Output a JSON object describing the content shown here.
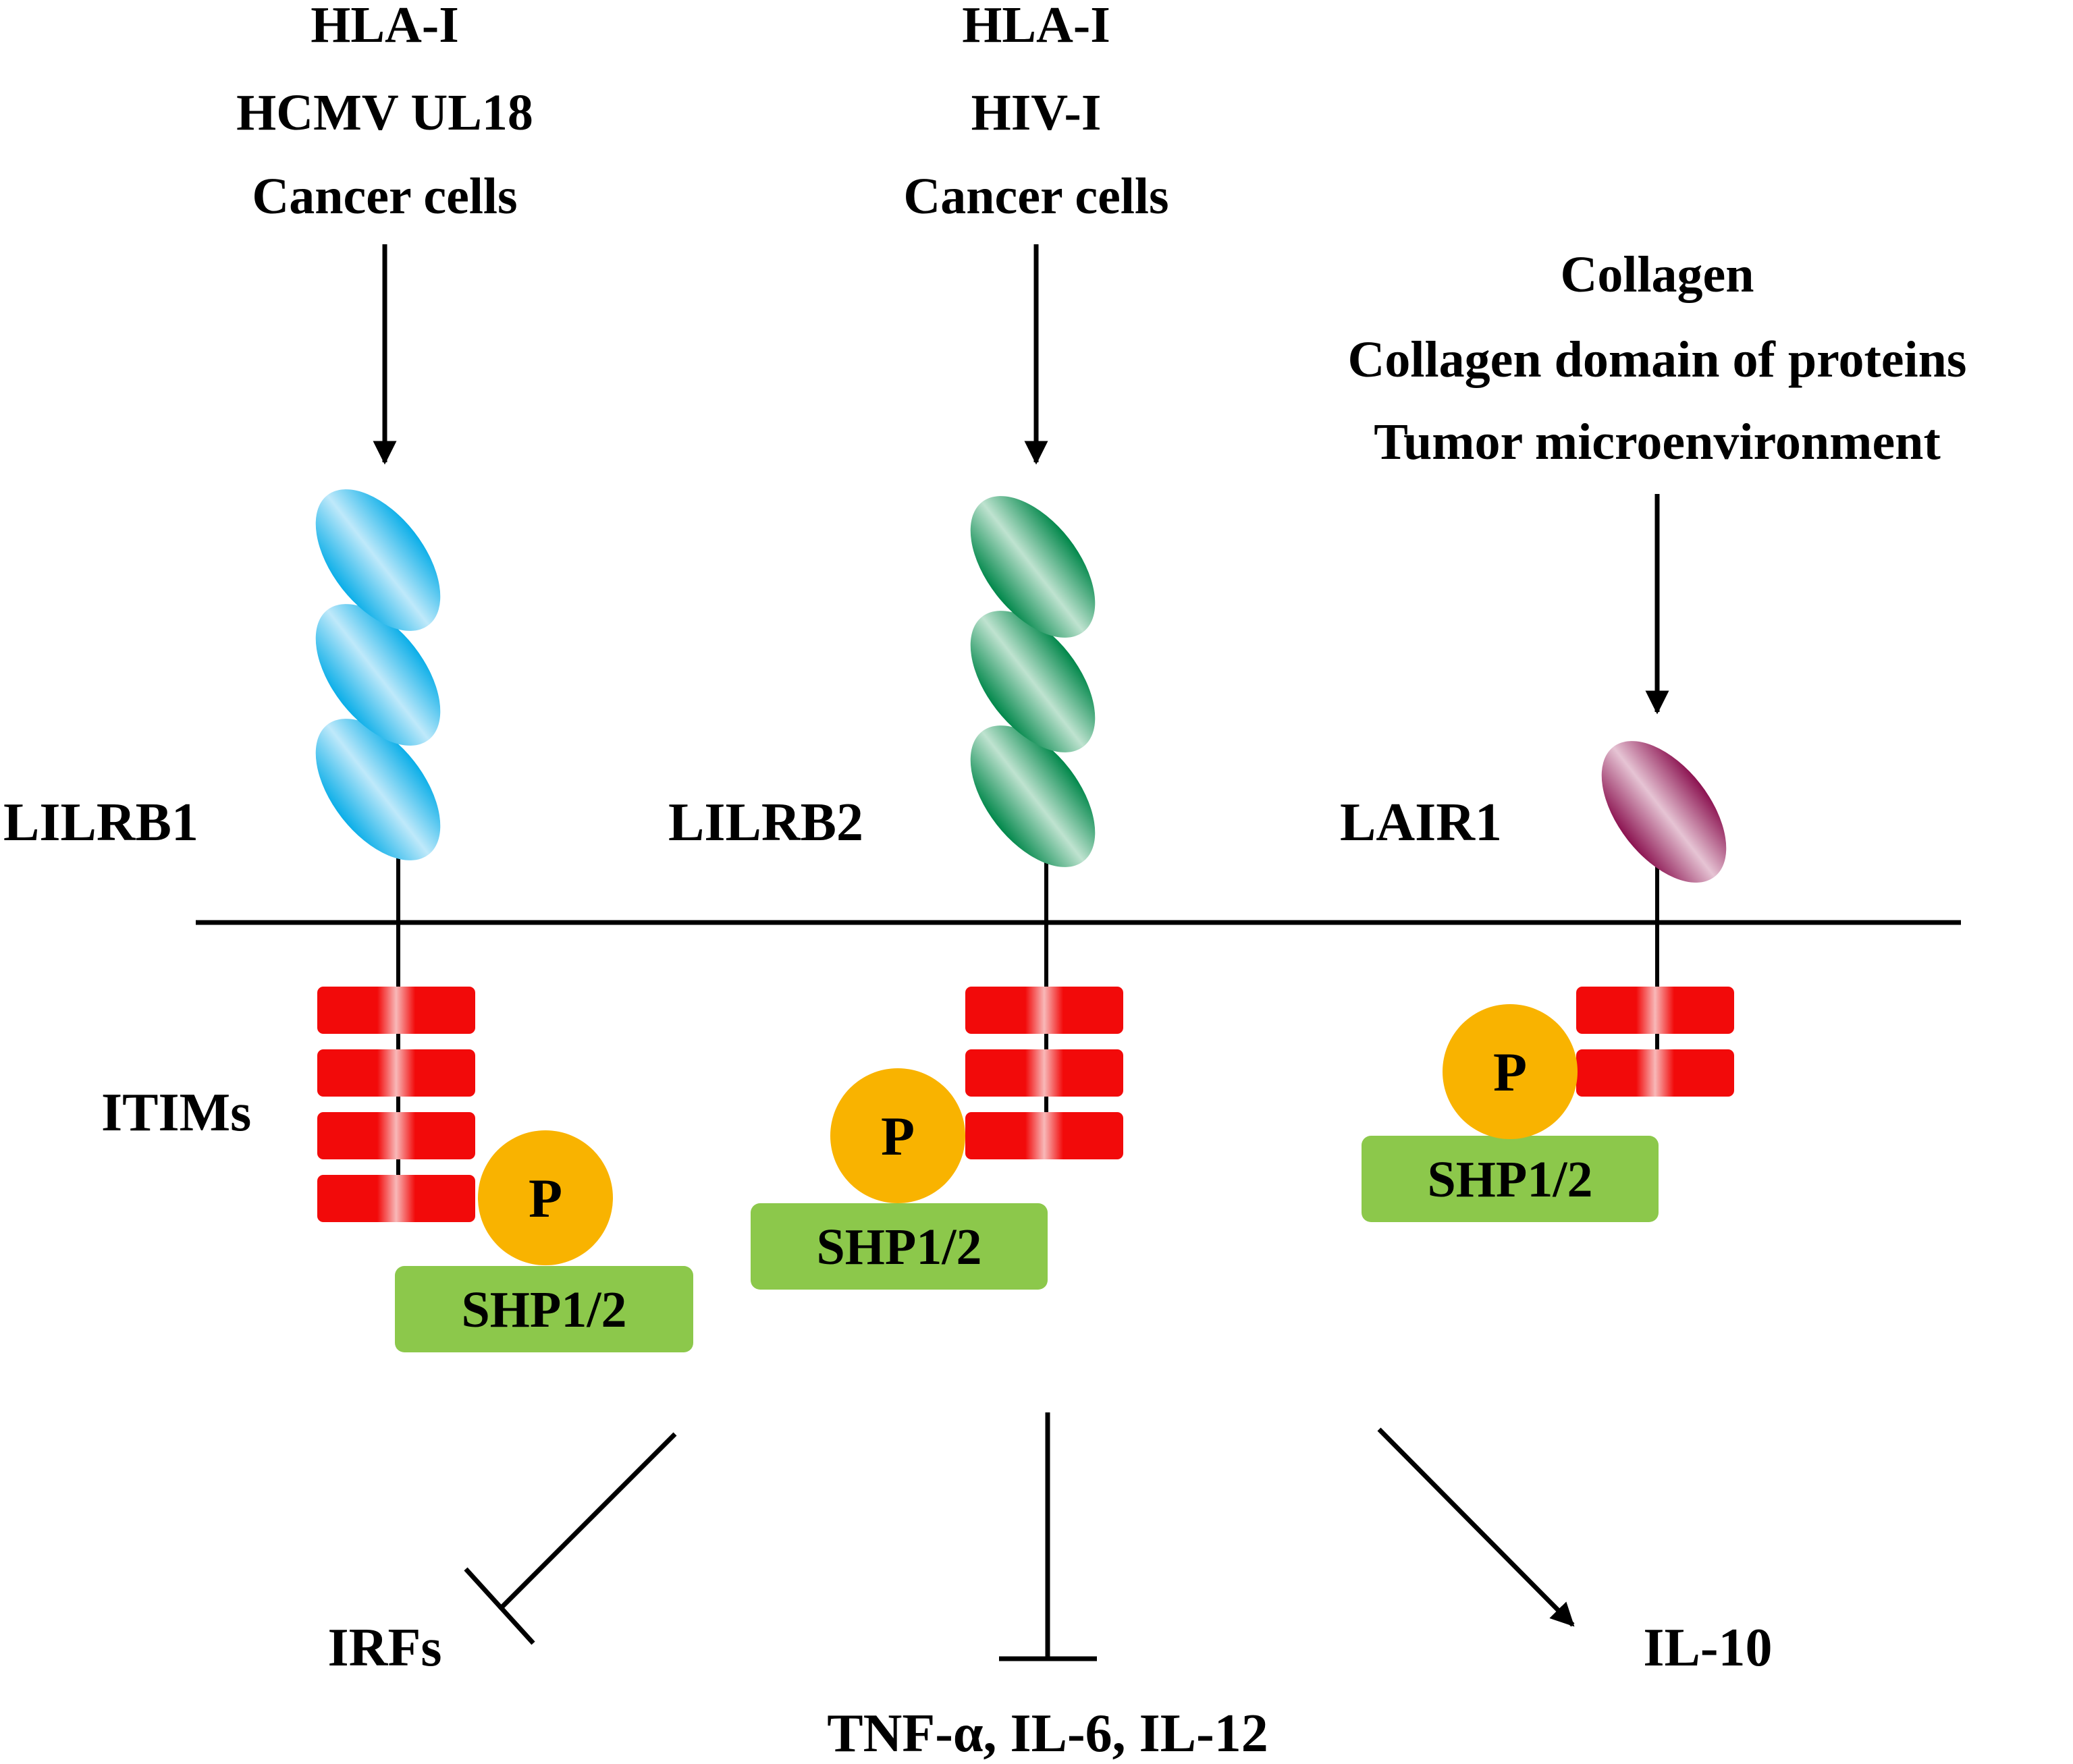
{
  "receptors": [
    {
      "name": "LILRB1",
      "ligands": [
        "HLA-I",
        "HCMV UL18",
        "Cancer cells"
      ],
      "color": "#0AAEE8",
      "itim_count": 4,
      "phosphate_label": "P",
      "phosphatase_label": "SHP1/2"
    },
    {
      "name": "LILRB2",
      "ligands": [
        "HLA-I",
        "HIV-I",
        "Cancer cells"
      ],
      "color": "#00874A",
      "itim_count": 3,
      "phosphate_label": "P",
      "phosphatase_label": "SHP1/2"
    },
    {
      "name": "LAIR1",
      "ligands": [
        "Collagen",
        "Collagen domain of proteins",
        "Tumor microenvironment"
      ],
      "color": "#8B1250",
      "itim_count": 2,
      "phosphate_label": "P",
      "phosphatase_label": "SHP1/2"
    }
  ],
  "itims_label": "ITIMs",
  "outputs": [
    {
      "label": "IRFs",
      "effect": "inhibits"
    },
    {
      "label": "TNF-α, IL-6, IL-12",
      "effect": "inhibits"
    },
    {
      "label": "IL-10",
      "effect": "activates"
    }
  ],
  "colors": {
    "itim": "#F20A0A",
    "phosphate": "#F9B300",
    "phosphatase": "#8CC84B",
    "line": "#000000"
  }
}
